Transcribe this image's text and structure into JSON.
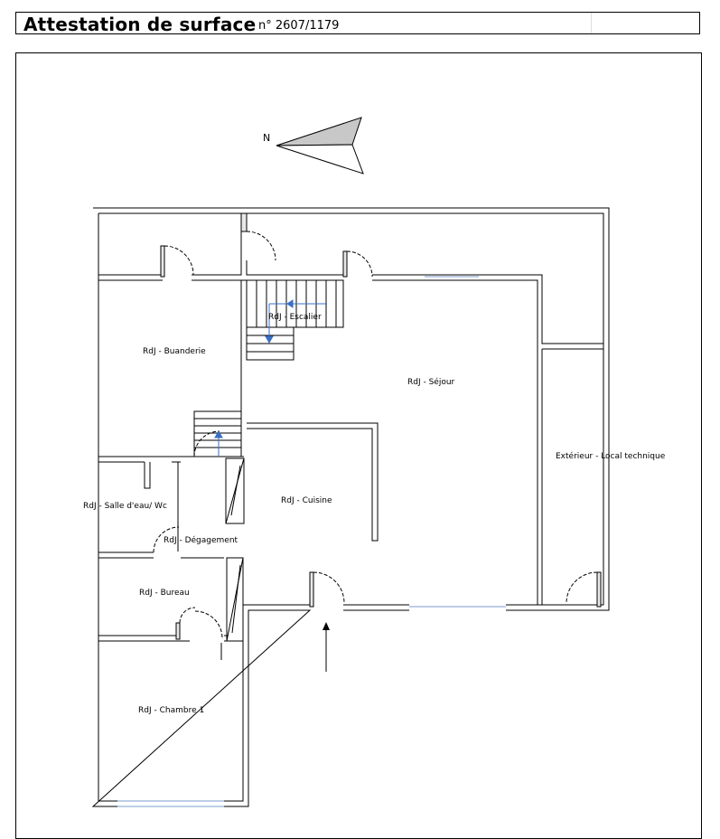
{
  "header": {
    "title": "Attestation de surface",
    "reference": "n° 2607/1179"
  },
  "compass": {
    "label": "N"
  },
  "rooms": {
    "buanderie": "RdJ - Buanderie",
    "escalier": "RdJ - Escalier",
    "sejour": "RdJ - Séjour",
    "local_technique": "Extérieur - Local technique",
    "salle_eau": "RdJ - Salle d'eau/ Wc",
    "cuisine": "RdJ - Cuisine",
    "degagement": "RdJ - Dégagement",
    "bureau": "RdJ - Bureau",
    "chambre1": "RdJ - Chambre 1"
  },
  "colors": {
    "wall": "#000000",
    "wall_fill": "#e8e8e8",
    "compass_fill": "#c8c8c8",
    "stair_arrow": "#3a6fc4",
    "window": "#7a9ccf"
  }
}
